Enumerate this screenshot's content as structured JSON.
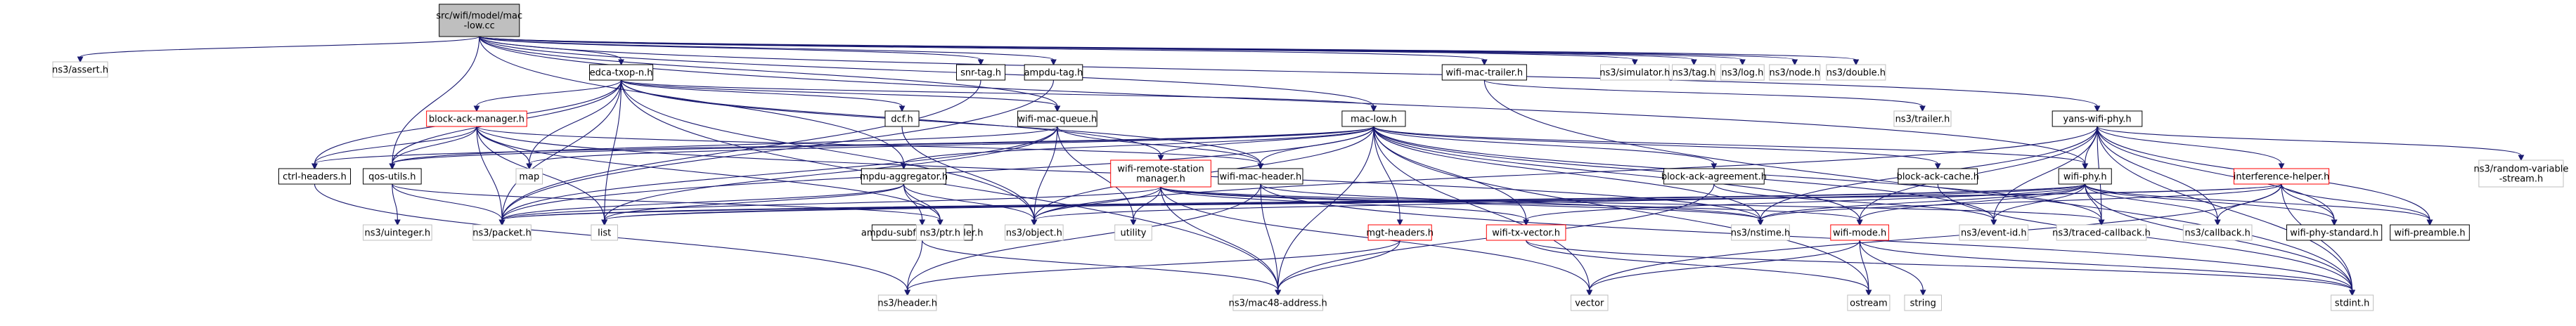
{
  "colors": {
    "edge": "#191970",
    "root_fill": "#bfbfbf",
    "root_stroke": "#000000",
    "internal_stroke": "#000000",
    "external_stroke": "#bfbfbf",
    "truncated_stroke": "#ff0000",
    "node_fill": "#ffffff"
  },
  "nodes": [
    {
      "id": "root",
      "label": [
        "src/wifi/model/mac",
        "-low.cc"
      ],
      "kind": "root"
    },
    {
      "id": "assert",
      "label": [
        "ns3/assert.h"
      ],
      "kind": "external"
    },
    {
      "id": "edca",
      "label": [
        "edca-txop-n.h"
      ],
      "kind": "internal"
    },
    {
      "id": "snrtag",
      "label": [
        "snr-tag.h"
      ],
      "kind": "internal"
    },
    {
      "id": "ampdutag",
      "label": [
        "ampdu-tag.h"
      ],
      "kind": "internal"
    },
    {
      "id": "wmtrailer",
      "label": [
        "wifi-mac-trailer.h"
      ],
      "kind": "internal"
    },
    {
      "id": "simulator",
      "label": [
        "ns3/simulator.h"
      ],
      "kind": "external"
    },
    {
      "id": "tag",
      "label": [
        "ns3/tag.h"
      ],
      "kind": "external"
    },
    {
      "id": "log",
      "label": [
        "ns3/log.h"
      ],
      "kind": "external"
    },
    {
      "id": "node",
      "label": [
        "ns3/node.h"
      ],
      "kind": "external"
    },
    {
      "id": "double",
      "label": [
        "ns3/double.h"
      ],
      "kind": "external"
    },
    {
      "id": "bam",
      "label": [
        "block-ack-manager.h"
      ],
      "kind": "truncated"
    },
    {
      "id": "dcf",
      "label": [
        "dcf.h"
      ],
      "kind": "internal"
    },
    {
      "id": "wmq",
      "label": [
        "wifi-mac-queue.h"
      ],
      "kind": "internal"
    },
    {
      "id": "maclow",
      "label": [
        "mac-low.h"
      ],
      "kind": "internal"
    },
    {
      "id": "yans",
      "label": [
        "yans-wifi-phy.h"
      ],
      "kind": "internal"
    },
    {
      "id": "trailer",
      "label": [
        "ns3/trailer.h"
      ],
      "kind": "external"
    },
    {
      "id": "ctrl",
      "label": [
        "ctrl-headers.h"
      ],
      "kind": "internal"
    },
    {
      "id": "qos",
      "label": [
        "qos-utils.h"
      ],
      "kind": "internal"
    },
    {
      "id": "map",
      "label": [
        "map"
      ],
      "kind": "external"
    },
    {
      "id": "wrsm",
      "label": [
        "wifi-remote-station",
        "manager.h"
      ],
      "kind": "truncated"
    },
    {
      "id": "wmh",
      "label": [
        "wifi-mac-header.h"
      ],
      "kind": "internal"
    },
    {
      "id": "mpdu",
      "label": [
        "mpdu-aggregator.h"
      ],
      "kind": "internal"
    },
    {
      "id": "baa",
      "label": [
        "block-ack-agreement.h"
      ],
      "kind": "internal"
    },
    {
      "id": "bac",
      "label": [
        "block-ack-cache.h"
      ],
      "kind": "internal"
    },
    {
      "id": "wphy",
      "label": [
        "wifi-phy.h"
      ],
      "kind": "internal"
    },
    {
      "id": "ih",
      "label": [
        "interference-helper.h"
      ],
      "kind": "truncated"
    },
    {
      "id": "rvs",
      "label": [
        "ns3/random-variable",
        "-stream.h"
      ],
      "kind": "external"
    },
    {
      "id": "uint",
      "label": [
        "ns3/uinteger.h"
      ],
      "kind": "external"
    },
    {
      "id": "ampdusub",
      "label": [
        "ampdu-subframe-header.h"
      ],
      "kind": "internal"
    },
    {
      "id": "list",
      "label": [
        "list"
      ],
      "kind": "external"
    },
    {
      "id": "packet",
      "label": [
        "ns3/packet.h"
      ],
      "kind": "external"
    },
    {
      "id": "ptr",
      "label": [
        "ns3/ptr.h"
      ],
      "kind": "external"
    },
    {
      "id": "object",
      "label": [
        "ns3/object.h"
      ],
      "kind": "external"
    },
    {
      "id": "utility",
      "label": [
        "utility"
      ],
      "kind": "external"
    },
    {
      "id": "mgt",
      "label": [
        "mgt-headers.h"
      ],
      "kind": "truncated"
    },
    {
      "id": "wtv",
      "label": [
        "wifi-tx-vector.h"
      ],
      "kind": "truncated"
    },
    {
      "id": "nstime",
      "label": [
        "ns3/nstime.h"
      ],
      "kind": "external"
    },
    {
      "id": "wmode",
      "label": [
        "wifi-mode.h"
      ],
      "kind": "truncated"
    },
    {
      "id": "eventid",
      "label": [
        "ns3/event-id.h"
      ],
      "kind": "external"
    },
    {
      "id": "tcb",
      "label": [
        "ns3/traced-callback.h"
      ],
      "kind": "external"
    },
    {
      "id": "callback",
      "label": [
        "ns3/callback.h"
      ],
      "kind": "external"
    },
    {
      "id": "wps",
      "label": [
        "wifi-phy-standard.h"
      ],
      "kind": "internal"
    },
    {
      "id": "wpre",
      "label": [
        "wifi-preamble.h"
      ],
      "kind": "internal"
    },
    {
      "id": "header",
      "label": [
        "ns3/header.h"
      ],
      "kind": "external"
    },
    {
      "id": "mac48",
      "label": [
        "ns3/mac48-address.h"
      ],
      "kind": "external"
    },
    {
      "id": "vector",
      "label": [
        "vector"
      ],
      "kind": "external"
    },
    {
      "id": "ostream",
      "label": [
        "ostream"
      ],
      "kind": "external"
    },
    {
      "id": "string",
      "label": [
        "string"
      ],
      "kind": "external"
    },
    {
      "id": "stdint",
      "label": [
        "stdint.h"
      ],
      "kind": "external"
    }
  ],
  "edges": [
    [
      "root",
      "assert"
    ],
    [
      "root",
      "edca"
    ],
    [
      "root",
      "snrtag"
    ],
    [
      "root",
      "ampdutag"
    ],
    [
      "root",
      "wmtrailer"
    ],
    [
      "root",
      "simulator"
    ],
    [
      "root",
      "tag"
    ],
    [
      "root",
      "log"
    ],
    [
      "root",
      "node"
    ],
    [
      "root",
      "double"
    ],
    [
      "root",
      "maclow"
    ],
    [
      "root",
      "yans"
    ],
    [
      "root",
      "wmq"
    ],
    [
      "root",
      "qos"
    ],
    [
      "root",
      "mpdu"
    ],
    [
      "root",
      "wphy"
    ],
    [
      "edca",
      "bam"
    ],
    [
      "edca",
      "dcf"
    ],
    [
      "edca",
      "wmq"
    ],
    [
      "edca",
      "ctrl"
    ],
    [
      "edca",
      "qos"
    ],
    [
      "edca",
      "map"
    ],
    [
      "edca",
      "wrsm"
    ],
    [
      "edca",
      "wmh"
    ],
    [
      "edca",
      "packet"
    ],
    [
      "edca",
      "list"
    ],
    [
      "edca",
      "object"
    ],
    [
      "edca",
      "mac48"
    ],
    [
      "edca",
      "maclow"
    ],
    [
      "snrtag",
      "packet"
    ],
    [
      "ampdutag",
      "packet"
    ],
    [
      "wmtrailer",
      "trailer"
    ],
    [
      "wmtrailer",
      "stdint"
    ],
    [
      "bam",
      "ctrl"
    ],
    [
      "bam",
      "qos"
    ],
    [
      "bam",
      "map"
    ],
    [
      "bam",
      "list"
    ],
    [
      "bam",
      "packet"
    ],
    [
      "bam",
      "wmh"
    ],
    [
      "bam",
      "nstime"
    ],
    [
      "bam",
      "ptr"
    ],
    [
      "dcf",
      "object"
    ],
    [
      "wmq",
      "wmh"
    ],
    [
      "wmq",
      "packet"
    ],
    [
      "wmq",
      "object"
    ],
    [
      "wmq",
      "utility"
    ],
    [
      "wmq",
      "list"
    ],
    [
      "wmq",
      "qos"
    ],
    [
      "maclow",
      "wmh"
    ],
    [
      "maclow",
      "wmode"
    ],
    [
      "maclow",
      "wphy"
    ],
    [
      "maclow",
      "wtv"
    ],
    [
      "maclow",
      "packet"
    ],
    [
      "maclow",
      "nstime"
    ],
    [
      "maclow",
      "mac48"
    ],
    [
      "maclow",
      "eventid"
    ],
    [
      "maclow",
      "tcb"
    ],
    [
      "maclow",
      "mgt"
    ],
    [
      "maclow",
      "baa"
    ],
    [
      "maclow",
      "bac"
    ],
    [
      "maclow",
      "mpdu"
    ],
    [
      "maclow",
      "ctrl"
    ],
    [
      "maclow",
      "object"
    ],
    [
      "maclow",
      "vector"
    ],
    [
      "maclow",
      "map"
    ],
    [
      "maclow",
      "ostream"
    ],
    [
      "maclow",
      "wrsm"
    ],
    [
      "maclow",
      "qos"
    ],
    [
      "yans",
      "wphy"
    ],
    [
      "yans",
      "ih"
    ],
    [
      "yans",
      "rvs"
    ],
    [
      "yans",
      "eventid"
    ],
    [
      "yans",
      "nstime"
    ],
    [
      "yans",
      "callback"
    ],
    [
      "yans",
      "wpre"
    ],
    [
      "yans",
      "wmode"
    ],
    [
      "yans",
      "stdint"
    ],
    [
      "yans",
      "tcb"
    ],
    [
      "yans",
      "wps"
    ],
    [
      "yans",
      "object"
    ],
    [
      "ctrl",
      "header"
    ],
    [
      "qos",
      "uint"
    ],
    [
      "qos",
      "packet"
    ],
    [
      "qos",
      "ptr"
    ],
    [
      "wrsm",
      "mac48"
    ],
    [
      "wrsm",
      "tcb"
    ],
    [
      "wrsm",
      "object"
    ],
    [
      "wrsm",
      "utility"
    ],
    [
      "wrsm",
      "vector"
    ],
    [
      "wrsm",
      "wmode"
    ],
    [
      "wrsm",
      "wtv"
    ],
    [
      "wrsm",
      "packet"
    ],
    [
      "wrsm",
      "nstime"
    ],
    [
      "wmh",
      "header"
    ],
    [
      "wmh",
      "mac48"
    ],
    [
      "wmh",
      "nstime"
    ],
    [
      "wmh",
      "stdint"
    ],
    [
      "mpdu",
      "ptr"
    ],
    [
      "mpdu",
      "packet"
    ],
    [
      "mpdu",
      "list"
    ],
    [
      "mpdu",
      "ampdusub"
    ],
    [
      "mpdu",
      "object"
    ],
    [
      "baa",
      "mac48"
    ],
    [
      "baa",
      "eventid"
    ],
    [
      "bac",
      "stdint"
    ],
    [
      "wphy",
      "packet"
    ],
    [
      "wphy",
      "object"
    ],
    [
      "wphy",
      "nstime"
    ],
    [
      "wphy",
      "wmode"
    ],
    [
      "wphy",
      "wtv"
    ],
    [
      "wphy",
      "wps"
    ],
    [
      "wphy",
      "wpre"
    ],
    [
      "wphy",
      "callback"
    ],
    [
      "wphy",
      "tcb"
    ],
    [
      "wphy",
      "stdint"
    ],
    [
      "wphy",
      "eventid"
    ],
    [
      "wphy",
      "list"
    ],
    [
      "ih",
      "nstime"
    ],
    [
      "ih",
      "wpre"
    ],
    [
      "ih",
      "wps"
    ],
    [
      "ih",
      "stdint"
    ],
    [
      "ih",
      "callback"
    ],
    [
      "ih",
      "vector"
    ],
    [
      "ih",
      "list"
    ],
    [
      "ih",
      "packet"
    ],
    [
      "ampdusub",
      "header"
    ],
    [
      "ampdusub",
      "mac48"
    ],
    [
      "mgt",
      "mac48"
    ],
    [
      "mgt",
      "header"
    ],
    [
      "wtv",
      "ostream"
    ],
    [
      "wtv",
      "stdint"
    ],
    [
      "wmode",
      "string"
    ],
    [
      "wmode",
      "vector"
    ],
    [
      "wmode",
      "ostream"
    ],
    [
      "wmode",
      "stdint"
    ]
  ]
}
